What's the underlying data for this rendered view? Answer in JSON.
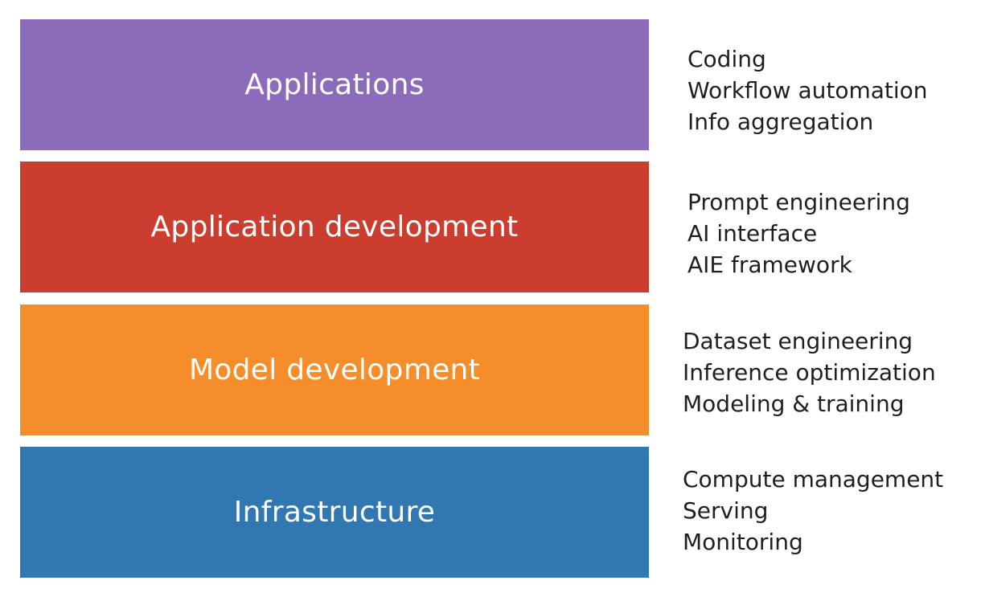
{
  "layers": [
    {
      "title": "Applications",
      "color": "#8c6bbb",
      "items": [
        "Coding",
        "Workflow automation",
        "Info aggregation"
      ]
    },
    {
      "title": "Application development",
      "color": "#cb3d2e",
      "items": [
        "Prompt engineering",
        "AI interface",
        "AIE framework"
      ]
    },
    {
      "title": "Model development",
      "color": "#f58d2b",
      "items": [
        "Dataset engineering",
        "Inference optimization",
        "Modeling & training"
      ]
    },
    {
      "title": "Infrastructure",
      "color": "#3177b2",
      "items": [
        "Compute management",
        "Serving",
        "Monitoring"
      ]
    }
  ]
}
